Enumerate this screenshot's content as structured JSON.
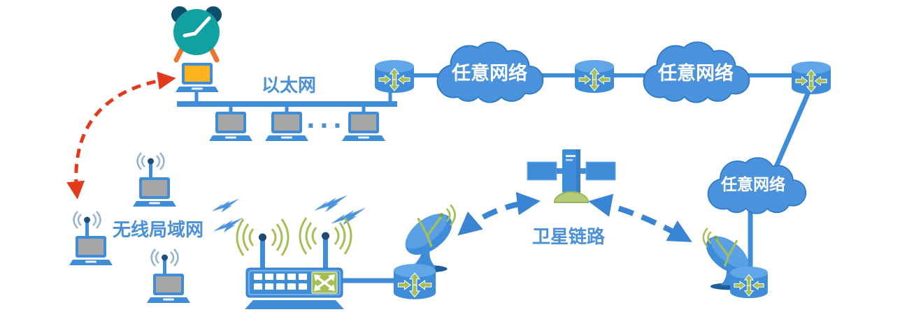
{
  "diagram": {
    "ethernet": {
      "label": "以太网",
      "ellipsis": "···"
    },
    "wlan": {
      "label": "无线局域网"
    },
    "satellite": {
      "label": "卫星链路"
    },
    "clouds": [
      {
        "label": "任意网络"
      },
      {
        "label": "任意网络"
      },
      {
        "label": "任意网络"
      }
    ],
    "colors": {
      "primary_blue": "#3f8cd8",
      "outline_blue": "#2e79c4",
      "accent_green": "#a3bf55",
      "highlight_orange": "#ffb41e",
      "alert_red": "#e23b1c",
      "clock_teal": "#12a1a1",
      "bell_navy": "#0e4f6e",
      "screen_gray": "#a6a6a6",
      "cloud_text": "#ffffff"
    }
  }
}
